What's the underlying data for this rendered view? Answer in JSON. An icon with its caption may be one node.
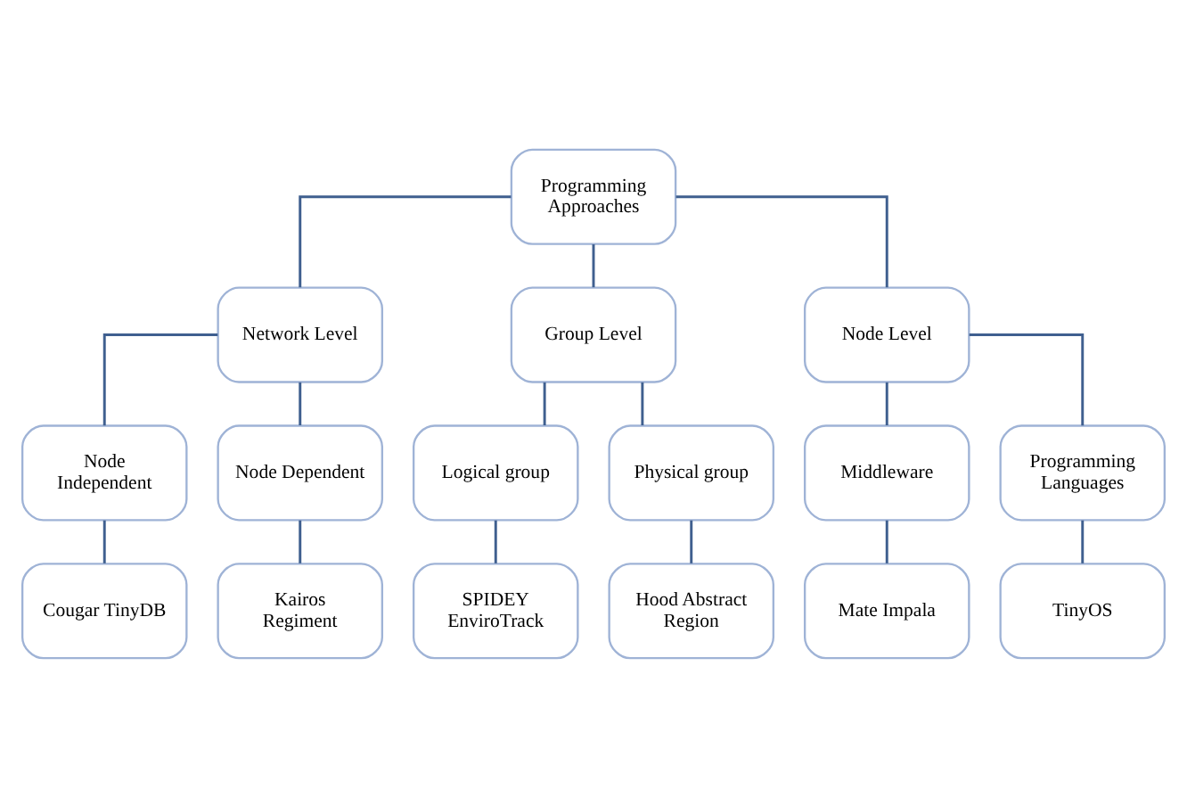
{
  "diagram": {
    "nodes": [
      {
        "text": [
          "Programming Approaches"
        ]
      },
      {
        "text": [
          "Network Level"
        ]
      },
      {
        "text": [
          "Group Level"
        ]
      },
      {
        "text": [
          "Node Level"
        ]
      },
      {
        "text": [
          "Node Independent"
        ]
      },
      {
        "text": [
          "Node Dependent"
        ]
      },
      {
        "text": [
          "Logical group"
        ]
      },
      {
        "text": [
          "Physical group"
        ]
      },
      {
        "text": [
          "Middleware"
        ]
      },
      {
        "text": [
          "Programming Languages"
        ]
      },
      {
        "text": [
          "Cougar TinyDB"
        ]
      },
      {
        "text": [
          "Kairos Regiment"
        ]
      },
      {
        "text": [
          "SPIDEY EnviroTrack"
        ]
      },
      {
        "text": [
          "Hood Abstract Region"
        ]
      },
      {
        "text": [
          "Mate Impala"
        ]
      },
      {
        "text": [
          "TinyOS"
        ]
      }
    ],
    "edges": [
      {
        "from": 0,
        "to": 1,
        "arrow": "none"
      },
      {
        "from": 0,
        "to": 2,
        "arrow": "none"
      },
      {
        "from": 0,
        "to": 3,
        "arrow": "none"
      },
      {
        "from": 1,
        "to": 4,
        "arrow": "none"
      },
      {
        "from": 1,
        "to": 5,
        "arrow": "none"
      },
      {
        "from": 2,
        "to": 6,
        "arrow": "none"
      },
      {
        "from": 2,
        "to": 7,
        "arrow": "none"
      },
      {
        "from": 3,
        "to": 8,
        "arrow": "none"
      },
      {
        "from": 3,
        "to": 9,
        "arrow": "none"
      },
      {
        "from": 4,
        "to": 10,
        "arrow": "none"
      },
      {
        "from": 5,
        "to": 11,
        "arrow": "none"
      },
      {
        "from": 6,
        "to": 12,
        "arrow": "none"
      },
      {
        "from": 7,
        "to": 13,
        "arrow": "none"
      },
      {
        "from": 8,
        "to": 14,
        "arrow": "none"
      },
      {
        "from": 9,
        "to": 15,
        "arrow": "none"
      }
    ]
  }
}
